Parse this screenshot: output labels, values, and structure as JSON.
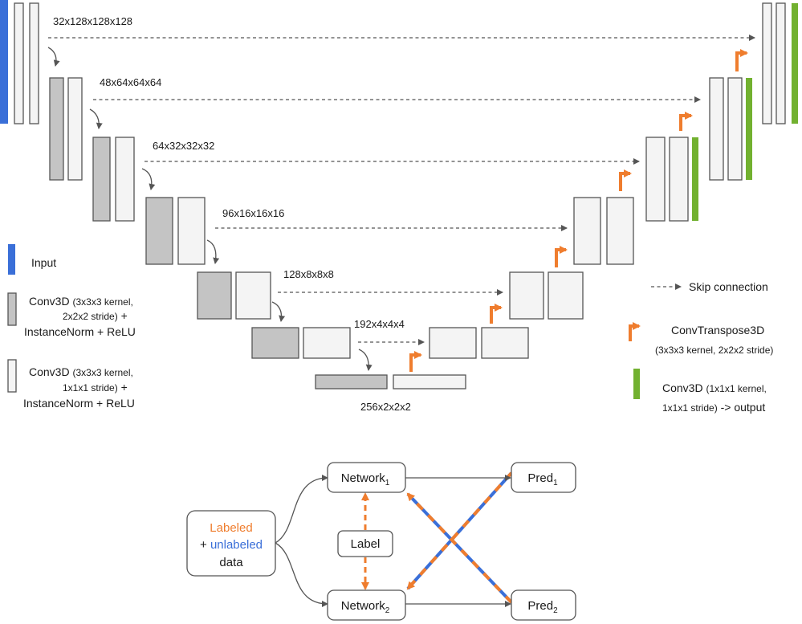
{
  "shapes": {
    "s32": "32x128x128x128",
    "s48": "48x64x64x64",
    "s64": "64x32x32x32",
    "s96": "96x16x16x16",
    "s128": "128x8x8x8",
    "s192": "192x4x4x4",
    "s256": "256x2x2x2"
  },
  "legend": {
    "input": "Input",
    "conv_s2_main": "Conv3D",
    "conv_s2_detail1": "(3x3x3 kernel,",
    "conv_s2_detail2": "2x2x2 stride)",
    "conv_s2_plus": "+",
    "conv_s2_norm": "InstanceNorm + ReLU",
    "conv_s1_main": "Conv3D",
    "conv_s1_detail1": "(3x3x3 kernel,",
    "conv_s1_detail2": "1x1x1 stride)",
    "conv_s1_plus": "+",
    "conv_s1_norm": "InstanceNorm + ReLU",
    "skip": "Skip connection",
    "convtrans_main": "ConvTranspose3D",
    "convtrans_detail": "(3x3x3 kernel, 2x2x2 stride)",
    "conv_out_main": "Conv3D",
    "conv_out_detail1": "(1x1x1 kernel,",
    "conv_out_detail2": "1x1x1 stride)",
    "conv_out_suffix": "-> output"
  },
  "flow": {
    "data_labeled": "Labeled",
    "data_plus": "+",
    "data_unlabeled": "unlabeled",
    "data_data": "data",
    "network": "Network",
    "pred": "Pred",
    "sub1": "1",
    "sub2": "2",
    "label": "Label"
  },
  "colors": {
    "input_blue": "#3a6fd8",
    "dark_gray": "#c4c4c4",
    "light_gray": "#f4f4f4",
    "orange": "#ef7d2e",
    "green": "#72b130",
    "line": "#555555"
  }
}
